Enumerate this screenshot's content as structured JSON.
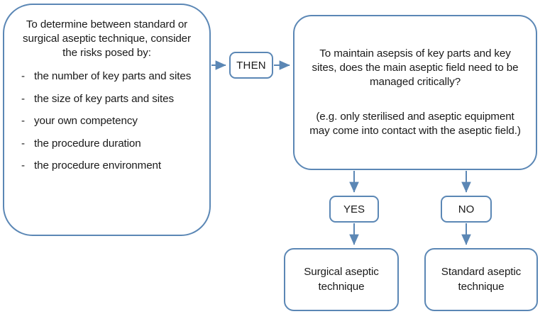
{
  "diagram": {
    "title": "Aseptic technique decision flowchart",
    "accent_color": "#5b87b5",
    "background_color": "#ffffff",
    "text_color": "#1a1a1a"
  },
  "risks_box": {
    "heading": "To determine between standard or surgical aseptic technique, consider the risks posed by:",
    "bullet_marker": "-",
    "items": [
      "the number of key parts and sites",
      "the size of key parts and sites",
      "your own competency",
      "the procedure duration",
      "the procedure environment"
    ]
  },
  "connector_box": {
    "label": "THEN"
  },
  "question_box": {
    "question": "To maintain asepsis of key parts and key sites, does the main aseptic field need to be managed critically?",
    "example": "(e.g. only sterilised and aseptic equipment may come into contact with the aseptic field.)"
  },
  "decisions": {
    "yes_label": "YES",
    "no_label": "NO"
  },
  "outcomes": {
    "surgical": "Surgical aseptic technique",
    "standard": "Standard aseptic technique"
  }
}
